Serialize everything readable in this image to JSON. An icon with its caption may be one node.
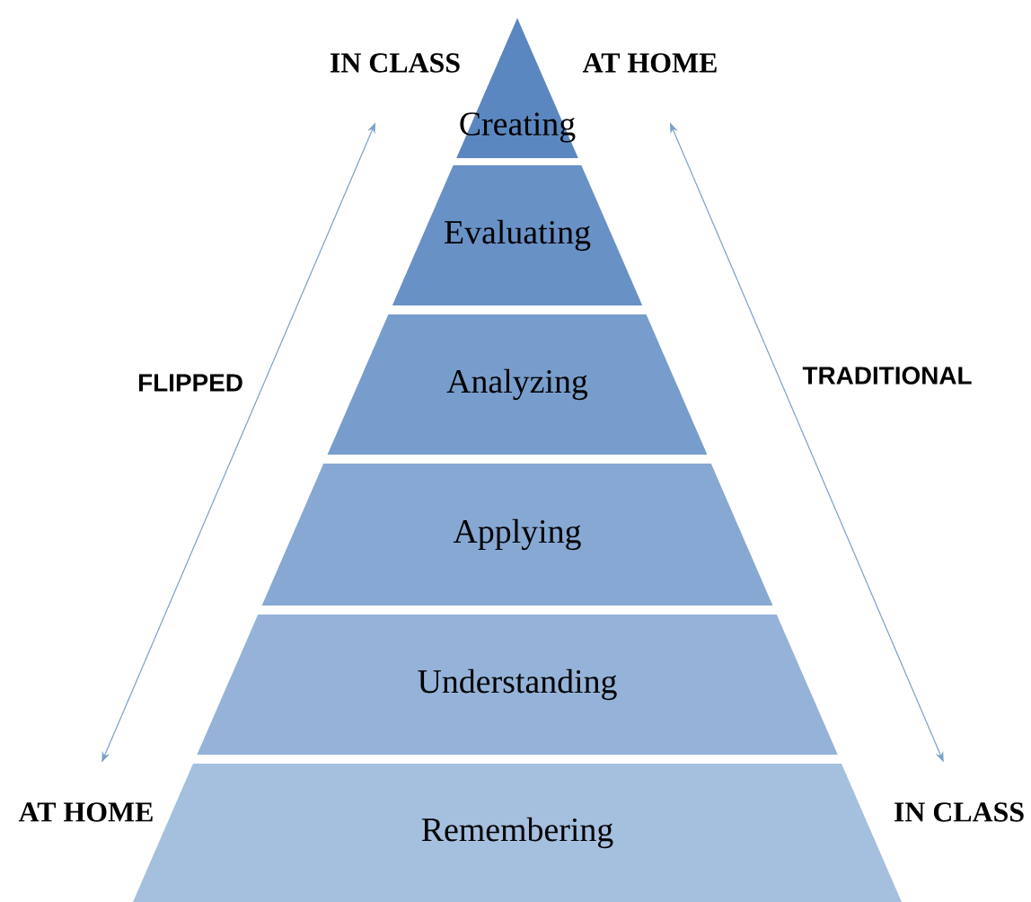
{
  "diagram": {
    "nodes": [
      {
        "text": [
          "Creating"
        ]
      },
      {
        "text": [
          "Evaluating"
        ]
      },
      {
        "text": [
          "Analyzing"
        ]
      },
      {
        "text": [
          "Applying"
        ]
      },
      {
        "text": [
          "Understanding"
        ]
      },
      {
        "text": [
          "Remembering"
        ]
      },
      {
        "text": [
          "IN CLASS"
        ]
      },
      {
        "text": [
          "AT HOME"
        ]
      },
      {
        "text": [
          "AT HOME"
        ]
      },
      {
        "text": [
          "IN CLASS"
        ]
      }
    ],
    "edges": [
      {
        "from": 8,
        "to": 6,
        "arrow": "both"
      },
      {
        "from": 7,
        "to": 9,
        "arrow": "both"
      }
    ],
    "labels": [
      "FLIPPED",
      "TRADITIONAL"
    ]
  }
}
